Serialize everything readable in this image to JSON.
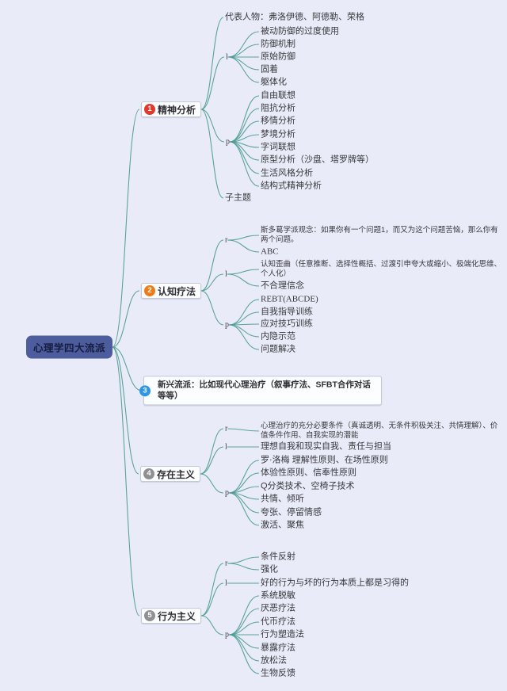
{
  "root": {
    "label": "心理学四大流派"
  },
  "colors": {
    "background": "#e9ebf8",
    "line": "#4a9b90",
    "root_bg": "#4d5c9c",
    "branch1": "#e2392f",
    "branch2": "#ef7b17",
    "branch3": "#2e97e5",
    "branch4": "#8e9094",
    "branch5": "#8e9094"
  },
  "b1": {
    "num": "1",
    "title": "精神分析",
    "rep": "代表人物：弗洛伊德、阿德勒、荣格",
    "l_label": "l",
    "l_items": [
      "被动防御的过度使用",
      "防御机制",
      "原始防御",
      "固着",
      "躯体化"
    ],
    "p_label": "p",
    "p_items": [
      "自由联想",
      "阻抗分析",
      "移情分析",
      "梦境分析",
      "字词联想",
      "原型分析（沙盘、塔罗牌等）",
      "生活风格分析",
      "结构式精神分析"
    ],
    "sub": "子主题"
  },
  "b2": {
    "num": "2",
    "title": "认知疗法",
    "r_label": "r",
    "r_items": [
      "斯多葛学派观念：如果你有一个问题1，而又为这个问题苦恼，那么你有两个问题。",
      "ABC"
    ],
    "l_label": "l",
    "l_items": [
      "认知歪曲（任意推断、选择性概括、过渡引申夸大或缩小、极端化思维、个人化）",
      "不合理信念"
    ],
    "p_label": "p",
    "p_items": [
      "REBT(ABCDE)",
      "自我指导训练",
      "应对技巧训练",
      "内隐示范",
      "问题解决"
    ]
  },
  "b3": {
    "num": "3",
    "text": "新兴流派：比如现代心理治疗（叙事疗法、SFBT合作对话等等）"
  },
  "b4": {
    "num": "4",
    "title": "存在主义",
    "r_label": "r",
    "r_items": [
      "心理治疗的充分必要条件（真诚透明、无条件积极关注、共情理解）、价值条件作用、自我实现的潜能"
    ],
    "l_label": "l",
    "l_items": [
      "理想自我和现实自我、责任与担当"
    ],
    "p_label": "p",
    "p_items": [
      "罗·洛梅 理解性原则、在场性原则",
      "体验性原则、信奉性原则",
      "Q分类技术、空椅子技术",
      "共情、倾听",
      "夸张、停留情感",
      "激活、聚焦"
    ]
  },
  "b5": {
    "num": "5",
    "title": "行为主义",
    "r_label": "r",
    "r_items": [
      "条件反射",
      "强化"
    ],
    "l_label": "l",
    "l_items": [
      "好的行为与坏的行为本质上都是习得的"
    ],
    "p_label": "p",
    "p_items": [
      "系统脱敏",
      "厌恶疗法",
      "代币疗法",
      "行为塑造法",
      "暴露疗法",
      "放松法",
      "生物反馈"
    ]
  }
}
